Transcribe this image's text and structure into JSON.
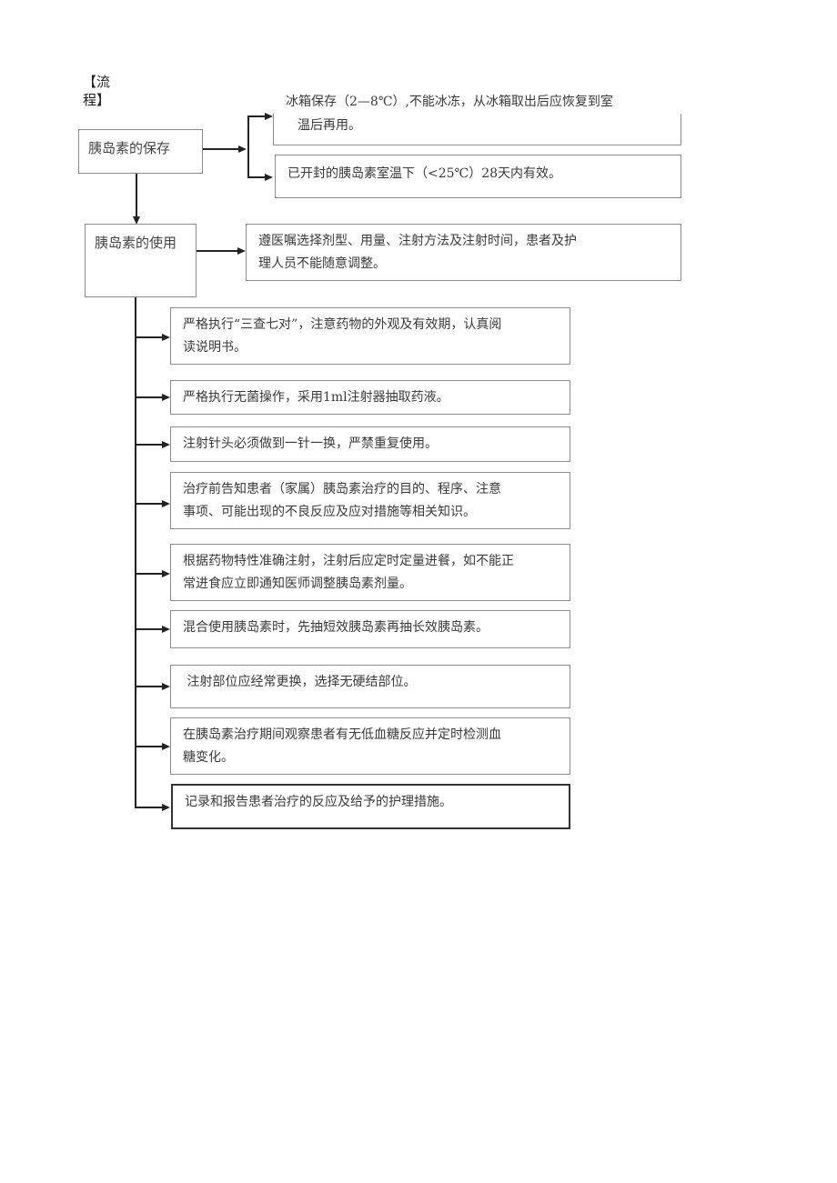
{
  "heading": "【流程】",
  "heading_lines": [
    "【流",
    "程】"
  ],
  "storage": {
    "label": "胰岛素的保存",
    "items": [
      {
        "line1": "冰箱保存（2—8℃）,不能冰冻，从冰箱取出后应恢复到室",
        "line2": "温后再用。"
      },
      {
        "line1": "已开封的胰岛素室温下（<25℃）28天内有效。"
      }
    ]
  },
  "usage": {
    "label": "胰岛素的使用",
    "direct": {
      "line1": "遵医嘱选择剂型、用量、注射方法及注射时间，患者及护",
      "line2": "理人员不能随意调整。"
    },
    "steps": [
      {
        "line1": "严格执行“三查七对”，注意药物的外观及有效期，认真阅",
        "line2": "读说明书。"
      },
      {
        "line1": "严格执行无菌操作，采用1ml注射器抽取药液。"
      },
      {
        "line1": "注射针头必须做到一针一换，严禁重复使用。"
      },
      {
        "line1": "治疗前告知患者（家属）胰岛素治疗的目的、程序、注意",
        "line2": "事项、可能出现的不良反应及应对措施等相关知识。"
      },
      {
        "line1": "根据药物特性准确注射，注射后应定时定量进餐，如不能正",
        "line2": "常进食应立即通知医师调整胰岛素剂量。"
      },
      {
        "line1": "混合使用胰岛素时，先抽短效胰岛素再抽长效胰岛素。"
      },
      {
        "line1": " 注射部位应经常更换，选择无硬结部位。"
      },
      {
        "line1": "在胰岛素治疗期间观察患者有无低血糖反应并定时检测血",
        "line2": "糖变化。"
      },
      {
        "line1": "记录和报告患者治疗的反应及给予的护理措施。"
      }
    ]
  }
}
